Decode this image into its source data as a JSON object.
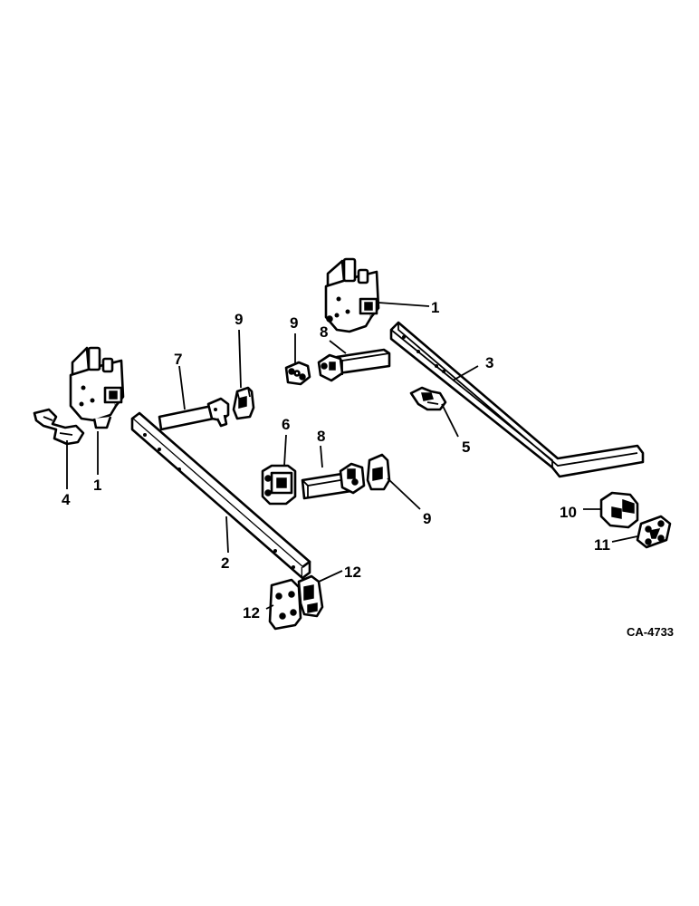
{
  "figure_id": "CA-4733",
  "callouts": {
    "valve_left": "1",
    "valve_right": "1",
    "bar_left": "2",
    "bar_right": "3",
    "clip_left": "4",
    "clip_right": "5",
    "block_center": "6",
    "arm_left": "7",
    "arm_upper": "8",
    "arm_center": "8",
    "bracket_left": "9",
    "plate_upper": "9",
    "bracket_center": "9",
    "block_right": "10",
    "plate_right": "11",
    "bracket_lower_right": "12",
    "plate_lower_left": "12"
  }
}
